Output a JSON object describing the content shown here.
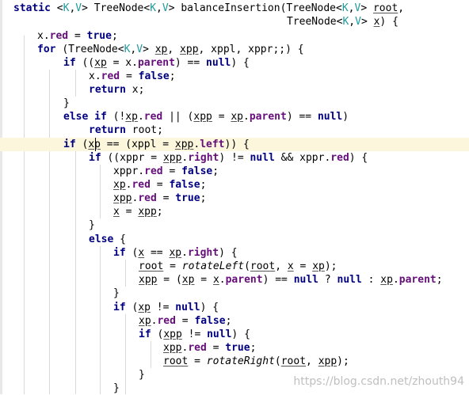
{
  "editor": {
    "watermark": "https://blog.csdn.net/zhouth94",
    "lines": [
      [
        [
          "kw",
          "static "
        ],
        [
          "",
          "<"
        ],
        [
          "tp",
          "K"
        ],
        [
          "",
          ","
        ],
        [
          "tp",
          "V"
        ],
        [
          "",
          "> TreeNode<"
        ],
        [
          "tp",
          "K"
        ],
        [
          "",
          ","
        ],
        [
          "tp",
          "V"
        ],
        [
          "",
          "> balanceInsertion(TreeNode<"
        ],
        [
          "tp",
          "K"
        ],
        [
          "",
          ","
        ],
        [
          "tp",
          "V"
        ],
        [
          "",
          "> "
        ],
        [
          "ul",
          "root"
        ],
        [
          "",
          ","
        ]
      ],
      [
        [
          "",
          "TreeNode<"
        ],
        [
          "tp",
          "K"
        ],
        [
          "",
          ","
        ],
        [
          "tp",
          "V"
        ],
        [
          "",
          "> "
        ],
        [
          "ul",
          "x"
        ],
        [
          "",
          ") {"
        ]
      ],
      [
        [
          "",
          "x."
        ],
        [
          "field",
          "red"
        ],
        [
          "",
          " = "
        ],
        [
          "kw",
          "true"
        ],
        [
          "",
          ";"
        ]
      ],
      [
        [
          "kw",
          "for "
        ],
        [
          "",
          "(TreeNode<"
        ],
        [
          "tp",
          "K"
        ],
        [
          "",
          ","
        ],
        [
          "tp",
          "V"
        ],
        [
          "",
          "> "
        ],
        [
          "ul",
          "xp"
        ],
        [
          "",
          ", "
        ],
        [
          "ul",
          "xpp"
        ],
        [
          "",
          ", xppl, xppr;;) {"
        ]
      ],
      [
        [
          "kw",
          "if "
        ],
        [
          "",
          "(("
        ],
        [
          "ul",
          "xp"
        ],
        [
          "",
          " = x."
        ],
        [
          "field",
          "parent"
        ],
        [
          "",
          ") == "
        ],
        [
          "kw",
          "null"
        ],
        [
          "",
          ") {"
        ]
      ],
      [
        [
          "",
          "x."
        ],
        [
          "field",
          "red"
        ],
        [
          "",
          " = "
        ],
        [
          "kw",
          "false"
        ],
        [
          "",
          ";"
        ]
      ],
      [
        [
          "kw",
          "return "
        ],
        [
          "",
          "x;"
        ]
      ],
      [
        [
          "",
          "}"
        ]
      ],
      [
        [
          "kw",
          "else if "
        ],
        [
          "",
          "(!"
        ],
        [
          "ul",
          "xp"
        ],
        [
          "",
          "."
        ],
        [
          "field",
          "red"
        ],
        [
          "",
          " || ("
        ],
        [
          "ul",
          "xpp"
        ],
        [
          "",
          " = "
        ],
        [
          "ul",
          "xp"
        ],
        [
          "",
          "."
        ],
        [
          "field",
          "parent"
        ],
        [
          "",
          ") == "
        ],
        [
          "kw",
          "null"
        ],
        [
          "",
          ")"
        ]
      ],
      [
        [
          "kw",
          "return "
        ],
        [
          "",
          "root;"
        ]
      ],
      [
        [
          "kw",
          "if "
        ],
        [
          "",
          "("
        ],
        [
          "ul",
          "xp"
        ],
        [
          "",
          " == (xppl = "
        ],
        [
          "ul",
          "xpp"
        ],
        [
          "",
          "."
        ],
        [
          "field",
          "left"
        ],
        [
          "",
          ")) {"
        ]
      ],
      [
        [
          "kw",
          "if "
        ],
        [
          "",
          "((xppr = "
        ],
        [
          "ul",
          "xpp"
        ],
        [
          "",
          "."
        ],
        [
          "field",
          "right"
        ],
        [
          "",
          ") != "
        ],
        [
          "kw",
          "null"
        ],
        [
          "",
          " && xppr."
        ],
        [
          "field",
          "red"
        ],
        [
          "",
          ") {"
        ]
      ],
      [
        [
          "",
          "xppr."
        ],
        [
          "field",
          "red"
        ],
        [
          "",
          " = "
        ],
        [
          "kw",
          "false"
        ],
        [
          "",
          ";"
        ]
      ],
      [
        [
          "ul",
          "xp"
        ],
        [
          "",
          "."
        ],
        [
          "field",
          "red"
        ],
        [
          "",
          " = "
        ],
        [
          "kw",
          "false"
        ],
        [
          "",
          ";"
        ]
      ],
      [
        [
          "ul",
          "xpp"
        ],
        [
          "",
          "."
        ],
        [
          "field",
          "red"
        ],
        [
          "",
          " = "
        ],
        [
          "kw",
          "true"
        ],
        [
          "",
          ";"
        ]
      ],
      [
        [
          "ul",
          "x"
        ],
        [
          "",
          " = "
        ],
        [
          "ul",
          "xpp"
        ],
        [
          "",
          ";"
        ]
      ],
      [
        [
          "",
          "}"
        ]
      ],
      [
        [
          "kw",
          "else "
        ],
        [
          "",
          "{"
        ]
      ],
      [
        [
          "kw",
          "if "
        ],
        [
          "",
          "("
        ],
        [
          "ul",
          "x"
        ],
        [
          "",
          " == "
        ],
        [
          "ul",
          "xp"
        ],
        [
          "",
          "."
        ],
        [
          "field",
          "right"
        ],
        [
          "",
          ") {"
        ]
      ],
      [
        [
          "ul",
          "root"
        ],
        [
          "",
          " = "
        ],
        [
          "call",
          "rotateLeft"
        ],
        [
          "",
          "("
        ],
        [
          "ul",
          "root"
        ],
        [
          "",
          ", "
        ],
        [
          "ul",
          "x"
        ],
        [
          "",
          " = "
        ],
        [
          "ul",
          "xp"
        ],
        [
          "",
          ");"
        ]
      ],
      [
        [
          "ul",
          "xpp"
        ],
        [
          "",
          " = ("
        ],
        [
          "ul",
          "xp"
        ],
        [
          "",
          " = "
        ],
        [
          "ul",
          "x"
        ],
        [
          "",
          "."
        ],
        [
          "field",
          "parent"
        ],
        [
          "",
          ") == "
        ],
        [
          "kw",
          "null"
        ],
        [
          "",
          " ? "
        ],
        [
          "kw",
          "null"
        ],
        [
          "",
          " : "
        ],
        [
          "ul",
          "xp"
        ],
        [
          "",
          "."
        ],
        [
          "field",
          "parent"
        ],
        [
          "",
          ";"
        ]
      ],
      [
        [
          "",
          "}"
        ]
      ],
      [
        [
          "kw",
          "if "
        ],
        [
          "",
          "("
        ],
        [
          "ul",
          "xp"
        ],
        [
          "",
          " != "
        ],
        [
          "kw",
          "null"
        ],
        [
          "",
          ") {"
        ]
      ],
      [
        [
          "ul",
          "xp"
        ],
        [
          "",
          "."
        ],
        [
          "field",
          "red"
        ],
        [
          "",
          " = "
        ],
        [
          "kw",
          "false"
        ],
        [
          "",
          ";"
        ]
      ],
      [
        [
          "kw",
          "if "
        ],
        [
          "",
          "("
        ],
        [
          "ul",
          "xpp"
        ],
        [
          "",
          " != "
        ],
        [
          "kw",
          "null"
        ],
        [
          "",
          ") {"
        ]
      ],
      [
        [
          "ul",
          "xpp"
        ],
        [
          "",
          "."
        ],
        [
          "field",
          "red"
        ],
        [
          "",
          " = "
        ],
        [
          "kw",
          "true"
        ],
        [
          "",
          ";"
        ]
      ],
      [
        [
          "ul",
          "root"
        ],
        [
          "",
          " = "
        ],
        [
          "call",
          "rotateRight"
        ],
        [
          "",
          "("
        ],
        [
          "ul",
          "root"
        ],
        [
          "",
          ", "
        ],
        [
          "ul",
          "xpp"
        ],
        [
          "",
          ");"
        ]
      ],
      [
        [
          "",
          "}"
        ]
      ],
      [
        [
          "",
          "}"
        ]
      ]
    ]
  }
}
